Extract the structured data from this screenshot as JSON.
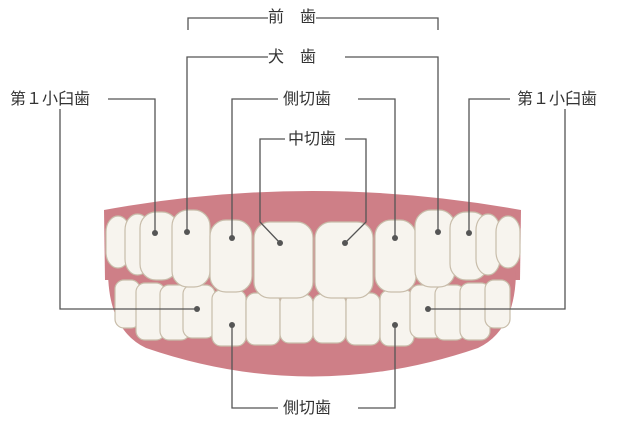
{
  "labels": {
    "anterior_teeth": "前　歯",
    "canine": "犬　歯",
    "lateral_incisor_upper": "側切歯",
    "central_incisor": "中切歯",
    "first_premolar_left": "第１小臼歯",
    "first_premolar_right": "第１小臼歯",
    "lateral_incisor_lower": "側切歯"
  },
  "colors": {
    "gum": "#ce7f87",
    "tooth": "#f7f4ee",
    "tooth_outline": "#c8bdaa",
    "line": "#555555"
  }
}
